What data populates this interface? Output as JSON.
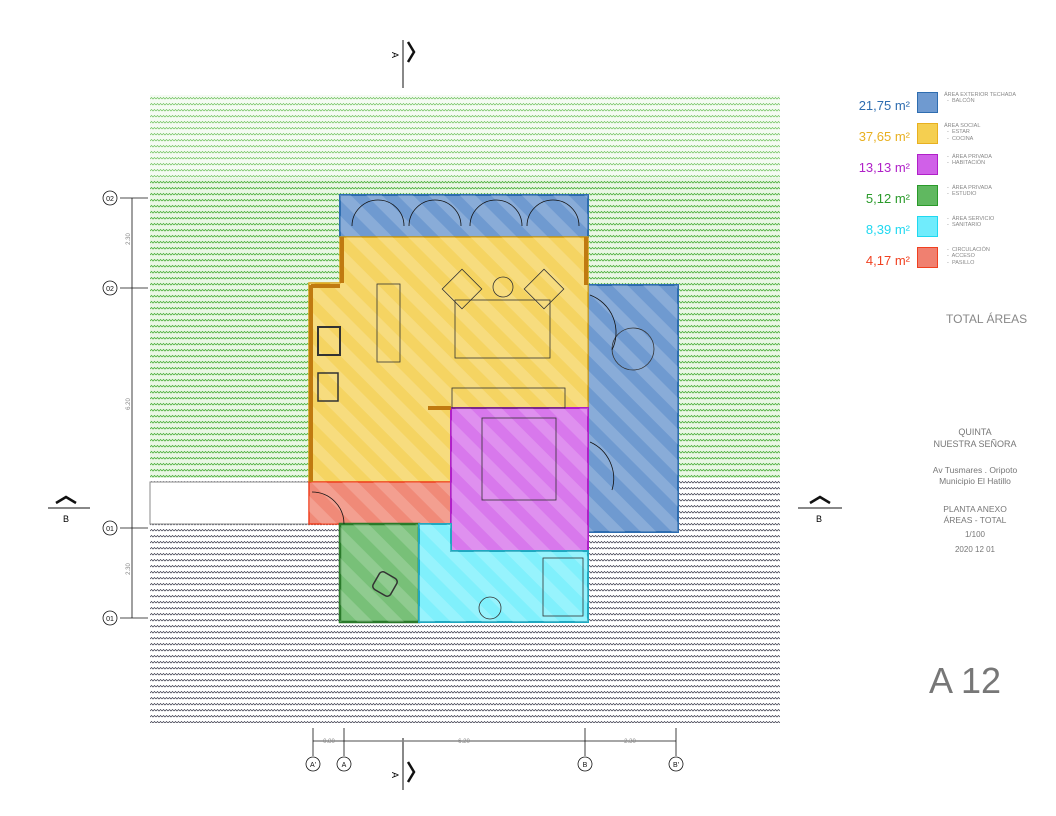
{
  "legend": [
    {
      "area": "21,75 m²",
      "lines": [
        "ÁREA EXTERIOR TECHADA",
        "  -  BALCÓN"
      ],
      "color": "#2e6db0",
      "fill": "#6f9ad0"
    },
    {
      "area": "37,65 m²",
      "lines": [
        "ÁREA SOCIAL",
        "  -  ESTAR",
        "  -  COCINA"
      ],
      "color": "#e8b020",
      "fill": "#f5cf50"
    },
    {
      "area": "13,13 m²",
      "lines": [
        "  -  ÁREA PRIVADA",
        "  -  HABITACIÓN"
      ],
      "color": "#b020c8",
      "fill": "#d060e8"
    },
    {
      "area": "5,12 m²",
      "lines": [
        "  -  ÁREA PRIVADA",
        "  -  ESTUDIO"
      ],
      "color": "#2a9a2a",
      "fill": "#60b860"
    },
    {
      "area": "8,39 m²",
      "lines": [
        "  -  ÁREA SERVICIO",
        "  -  SANITARIO"
      ],
      "color": "#20d8f0",
      "fill": "#70ecfc"
    },
    {
      "area": "4,17 m²",
      "lines": [
        "  -  CIRCULACIÓN",
        "  -  ACCESO",
        "  -  PASILLO"
      ],
      "color": "#f04020",
      "fill": "#f08070"
    }
  ],
  "total_label": "TOTAL ÁREAS",
  "title_block": {
    "project": "QUINTA\nNUESTRA SEÑORA",
    "location": "Av Tusmares . Oripoto\nMunicipio El Hatillo",
    "plan": "PLANTA ANEXO\nÁREAS - TOTAL",
    "scale": "1/100",
    "date": "2020 12 01",
    "sheet": "A 12"
  },
  "plan": {
    "section_a": "A",
    "section_b": "B",
    "axes_h": [
      "A'",
      "A",
      "B",
      "B'"
    ],
    "dims_h": [
      "0.80",
      "6.20",
      "2.30"
    ],
    "axes_v": [
      "02",
      "02",
      "01",
      "01"
    ],
    "dims_v": [
      "2.30",
      "6.20",
      "2.30"
    ]
  }
}
